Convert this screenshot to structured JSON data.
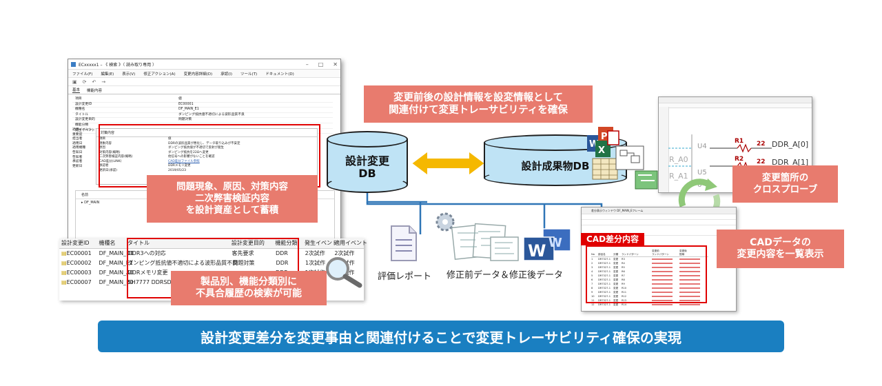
{
  "window": {
    "title": "ECxxxxx1 – 《 検索 》（ 読み取り専用 ）",
    "menu": [
      "ファイル(F)",
      "編集(E)",
      "表示(V)",
      "修正アクション(A)",
      "変更内容詳細(D)",
      "承認(I)",
      "ツール(T)",
      "ドキュメント(D)"
    ],
    "tabs": [
      "基本",
      "機能内容"
    ],
    "fields": [
      {
        "k": "項目",
        "v": "値"
      },
      {
        "k": "設計変更ID",
        "v": "EC00001"
      },
      {
        "k": "機種名",
        "v": "DF_MAIN_E1"
      },
      {
        "k": "タイトル",
        "v": "ダンピング抵抗値不適切による波形品質不良"
      },
      {
        "k": "設計変更目的",
        "v": "問題対策"
      },
      {
        "k": "機能分類",
        "v": ""
      },
      {
        "k": "発生イベント",
        "v": ""
      }
    ],
    "left_fields": [
      "適用イベント",
      "重要度",
      "担当者",
      "適用日",
      "適用機種",
      "告知日",
      "告知者",
      "承認者",
      "更新日"
    ],
    "inner_tab": "対策内容",
    "inner_fields": [
      {
        "k": "項目",
        "v": "値"
      },
      {
        "k": "現象内容",
        "v": "DDRの波形品質が悪化し、データ取り込みが不安定"
      },
      {
        "k": "原因",
        "v": "ダンピング抵抗値が不適切で反射が発生"
      },
      {
        "k": "対策内容(概略)",
        "v": "ダンピング抵抗を22Ωへ変更"
      },
      {
        "k": "二次弊害検証内容(概略)",
        "v": "他信号への影響がないことを確認"
      },
      {
        "k": "CAD差分(LINK)",
        "v": "CAD差分ファイル参照"
      },
      {
        "k": "承認者",
        "v": "DDRメモリ変更"
      },
      {
        "k": "更新日(承認)",
        "v": "2019/05/23"
      }
    ],
    "pane_header": "名前",
    "pane_row": "DF_MAIN"
  },
  "callouts": {
    "left_top": [
      "問題現象、原因、対策内容",
      "二次弊害検証内容",
      "を設計資産として蓄積"
    ],
    "left_bottom": [
      "製品別、機能分類別に",
      "不具合履歴の検索が可能"
    ],
    "center_top": [
      "変更前後の設計情報を設変情報として",
      "関連付けて変更トレーサビリティを確保"
    ],
    "right_probe": [
      "変更箇所の",
      "クロスプローブ"
    ],
    "right_cad": [
      "CADデータの",
      "変更内容を一覧表示"
    ]
  },
  "table": {
    "headers": [
      "設計変更ID",
      "機種名",
      "タイトル",
      "設計変更目的",
      "機能分類",
      "発生イベント",
      "適用イベント"
    ],
    "rows": [
      [
        "EC00001",
        "DF_MAIN_D1",
        "DDR3への対応",
        "客先要求",
        "DDR",
        "2次試作",
        "2次試作"
      ],
      [
        "EC00002",
        "DF_MAIN_E1",
        "ダンピング抵抗値不適切による波形品質不良",
        "問題対策",
        "DDR",
        "1次試作",
        "2次試作"
      ],
      [
        "EC00003",
        "DF_MAIN_A0",
        "DDRメモリ変更",
        "",
        "DDR",
        "1次試作",
        "1次試作"
      ],
      [
        "EC00007",
        "DF_MAIN_B0",
        "SH7777 DDRSDRAM配線変更",
        "",
        "",
        "",
        ""
      ]
    ]
  },
  "databases": {
    "left": [
      "設計変更",
      "DB"
    ],
    "right": "設計成果物DB"
  },
  "icons": {
    "report_label": "評価レポート",
    "data_label": "修正前データ＆修正後データ"
  },
  "schematic": {
    "labels": [
      "DDR_A[0]",
      "DDR_A[1]",
      "R1",
      "R2",
      "22",
      "22",
      "R_A0",
      "R_A1",
      "U4",
      "U5",
      "6"
    ]
  },
  "cad_window": {
    "title": "差分表示ウィンドウ DF_MAIN_Eフレーム",
    "label": "CAD差分内容",
    "group_before": "変更前",
    "group_after": "変更後",
    "columns": [
      "No",
      "部品名",
      "分類",
      "ランドパターン",
      "ランドパターン",
      "配線"
    ],
    "rows": [
      [
        "1",
        "DR7327-1",
        "変更",
        "R3",
        "",
        ""
      ],
      [
        "2",
        "DR7327-1",
        "変更",
        "R4",
        "",
        ""
      ],
      [
        "3",
        "DR7327-1",
        "変更",
        "R5",
        "",
        ""
      ],
      [
        "4",
        "DR7327-1",
        "変更",
        "R6",
        "",
        ""
      ],
      [
        "5",
        "DR7327-1",
        "変更",
        "R7",
        "",
        ""
      ],
      [
        "6",
        "DR7327-1",
        "変更",
        "R8",
        "",
        ""
      ],
      [
        "7",
        "DR7327-1",
        "変更",
        "R9",
        "",
        ""
      ],
      [
        "8",
        "DR7327-1",
        "変更",
        "R10",
        "",
        ""
      ],
      [
        "9",
        "DR7327-1",
        "変更",
        "R11",
        "",
        ""
      ],
      [
        "10",
        "DR7327-1",
        "変更",
        "R12",
        "",
        ""
      ],
      [
        "11",
        "DR7327-1",
        "変更",
        "R13",
        "",
        ""
      ],
      [
        "12",
        "DR7327-1",
        "変更",
        "R14",
        "",
        ""
      ]
    ]
  },
  "banner": "設計変更差分を変更事由と関連付けることで変更トレーサビリティ確保の実現",
  "colors": {
    "callout": "#e87b6e",
    "red_frame": "#e00000",
    "banner": "#1a7fc1",
    "cylinder": "#bfe3f5",
    "arrow": "#f5b800",
    "connector": "#2e75b6"
  }
}
